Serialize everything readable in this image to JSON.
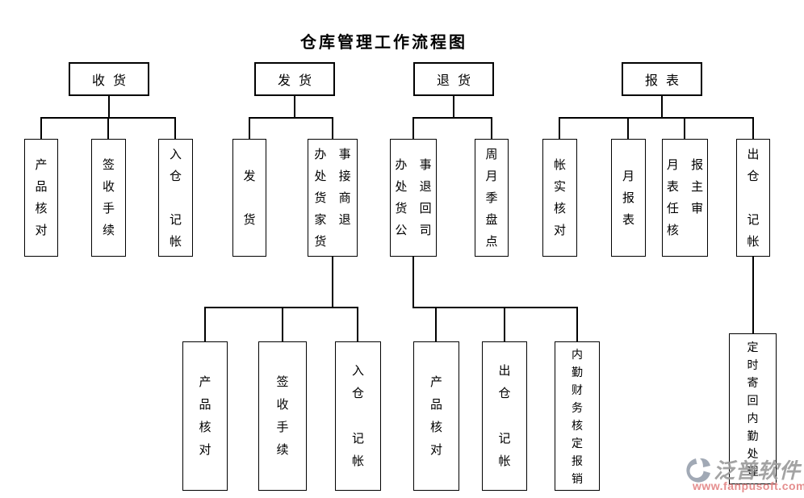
{
  "title": "仓库管理工作流程图",
  "flow": {
    "groups": [
      {
        "label": "收货",
        "children": [
          {
            "text": "产\n品\n核\n对"
          },
          {
            "text": "签\n收\n手\n续"
          },
          {
            "text": "入\n仓\n\n记\n帐"
          }
        ]
      },
      {
        "label": "发货",
        "children": [
          {
            "text": "发\n\n货"
          },
          {
            "text": "办 事\n处 接\n货 商\n家 退\n货"
          }
        ]
      },
      {
        "label": "退货",
        "children": [
          {
            "text": "办 事\n处 退\n货 回\n公 司"
          },
          {
            "text": "周\n月\n季\n盘\n点"
          }
        ]
      },
      {
        "label": "报表",
        "children": [
          {
            "text": "帐\n实\n核\n对"
          },
          {
            "text": "月\n报\n表"
          },
          {
            "text": "月 报\n表 主\n任 审\n核"
          },
          {
            "text": "出\n仓\n\n记\n帐"
          }
        ]
      }
    ],
    "subgroups": [
      {
        "children": [
          {
            "text": "产\n品\n核\n对"
          },
          {
            "text": "签\n收\n手\n续"
          },
          {
            "text": "入\n仓\n\n记\n帐"
          }
        ]
      },
      {
        "children": [
          {
            "text": "产\n品\n核\n对"
          },
          {
            "text": "出\n仓\n\n记\n帐"
          },
          {
            "text": "内\n勤\n财\n务\n核\n定\n报\n销"
          }
        ]
      },
      {
        "children": [
          {
            "text": "定\n时\n寄\n回\n内\n勤\n处\n理"
          }
        ]
      }
    ]
  },
  "watermark": {
    "brand": "泛普软件",
    "url": "www.fanpusoft.com",
    "logo_color": "#9aa2af",
    "brand_color": "#9c9c9c",
    "url_color": "#e38585"
  },
  "colors": {
    "background": "#ffffff",
    "line": "#000000",
    "title": "#000000"
  }
}
